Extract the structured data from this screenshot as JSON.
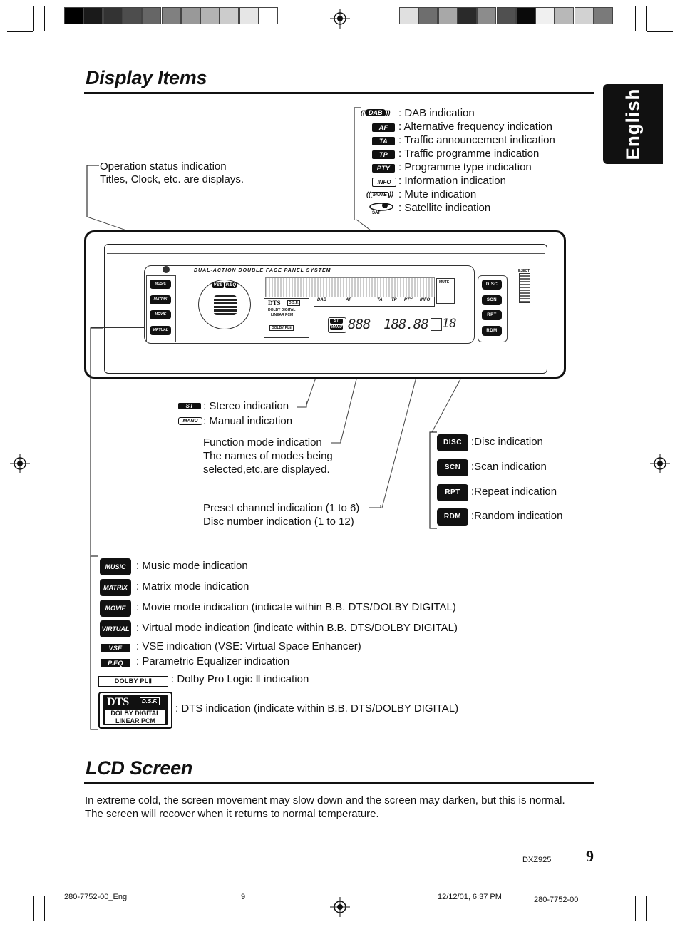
{
  "header": {
    "color_bar_left": [
      "#000000",
      "#1a1a1a",
      "#333333",
      "#4d4d4d",
      "#666666",
      "#808080",
      "#999999",
      "#b3b3b3",
      "#cccccc",
      "#e6e6e6",
      "#ffffff"
    ],
    "color_bar_right": [
      "#e0e0e0",
      "#6e6e6e",
      "#a8a8a8",
      "#2a2a2a",
      "#8c8c8c",
      "#505050",
      "#0a0a0a",
      "#f0f0f0",
      "#b8b8b8",
      "#d2d2d2",
      "#7a7a7a"
    ]
  },
  "side_tab": {
    "label": "English"
  },
  "display_items": {
    "title": "Display Items",
    "top_right_list": [
      {
        "icon": "DAB",
        "text": ": DAB indication"
      },
      {
        "icon": "AF",
        "text": ": Alternative frequency indication"
      },
      {
        "icon": "TA",
        "text": ": Traffic announcement indication"
      },
      {
        "icon": "TP",
        "text": ": Traffic programme indication"
      },
      {
        "icon": "PTY",
        "text": ": Programme type indication"
      },
      {
        "icon": "INFO",
        "text": ": Information indication"
      },
      {
        "icon": "MUTE",
        "text": ": Mute indication"
      },
      {
        "icon": "SAT",
        "text": ": Satellite indication"
      }
    ],
    "operation_status": {
      "line1": "Operation status indication",
      "line2": "Titles, Clock, etc. are displays."
    },
    "device": {
      "banner": "DUAL-ACTION DOUBLE FACE PANEL SYSTEM",
      "left_buttons": [
        "MUSIC",
        "MATRIX",
        "MOVIE",
        "VIRTUAL"
      ],
      "right_buttons": [
        "DISC",
        "SCN",
        "RPT",
        "RDM"
      ],
      "rds_row": [
        "DAB",
        "AF",
        "TA",
        "TP",
        "PTY",
        "INFO"
      ],
      "mute_label": "MUTE",
      "dts_box": [
        "DTS",
        "D.S.F.",
        "DOLBY DIGITAL",
        "LINEAR PCM"
      ],
      "pl2_label": "DOLBY PLⅡ",
      "vse_label": "VSE",
      "peq_label": "P.EQ",
      "st_label": "ST",
      "manu_label": "MANU",
      "segment_left": "888",
      "segment_main": "188.88",
      "segment_right": "18",
      "eject": "EJECT"
    },
    "stereo": {
      "icon": "ST",
      "text": ": Stereo indication"
    },
    "manual": {
      "icon": "MANU",
      "text": ": Manual indication"
    },
    "function_mode": {
      "line1": "Function mode indication",
      "line2": "The names of modes being",
      "line3": "selected,etc.are displayed."
    },
    "preset": {
      "line1": "Preset channel indication (1 to 6)",
      "line2": "Disc number indication (1 to 12)"
    },
    "right_list": [
      {
        "icon": "DISC",
        "text": ":Disc indication"
      },
      {
        "icon": "SCN",
        "text": ":Scan indication"
      },
      {
        "icon": "RPT",
        "text": ":Repeat indication"
      },
      {
        "icon": "RDM",
        "text": ":Random indication"
      }
    ],
    "mode_list": [
      {
        "icon": "MUSIC",
        "text": ": Music mode indication"
      },
      {
        "icon": "MATRIX",
        "text": ": Matrix mode indication"
      },
      {
        "icon": "MOVIE",
        "text": ": Movie mode indication (indicate within B.B. DTS/DOLBY DIGITAL)"
      },
      {
        "icon": "VIRTUAL",
        "text": ": Virtual mode indication (indicate within B.B. DTS/DOLBY DIGITAL)"
      },
      {
        "icon": "VSE",
        "text": ": VSE indication (VSE: Virtual Space Enhancer)"
      },
      {
        "icon": "P.EQ",
        "text": ": Parametric Equalizer indication"
      },
      {
        "icon": "DOLBY PLⅡ",
        "text": ": Dolby Pro Logic Ⅱ indication"
      },
      {
        "icon": "DTS",
        "text": ": DTS indication (indicate within B.B. DTS/DOLBY DIGITAL)"
      }
    ]
  },
  "lcd_screen": {
    "title": "LCD Screen",
    "para1": "In extreme cold, the screen movement may slow down and the screen may darken, but this is normal.",
    "para2": "The screen will recover when it returns to normal temperature."
  },
  "footer": {
    "page_number": "9",
    "model": "DXZ925",
    "file": "280-7752-00_Eng",
    "page": "9",
    "date": "12/12/01, 6:37 PM",
    "code": "280-7752-00"
  }
}
